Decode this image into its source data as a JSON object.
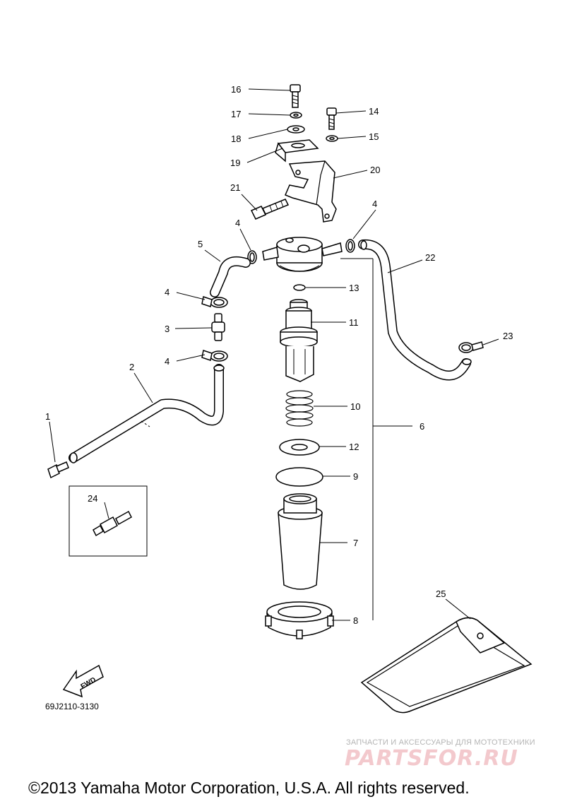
{
  "parts": [
    {
      "label": "1"
    },
    {
      "label": "2"
    },
    {
      "label": "3"
    },
    {
      "label": "4"
    },
    {
      "label": "4"
    },
    {
      "label": "4"
    },
    {
      "label": "4"
    },
    {
      "label": "5"
    },
    {
      "label": "6"
    },
    {
      "label": "7"
    },
    {
      "label": "8"
    },
    {
      "label": "9"
    },
    {
      "label": "10"
    },
    {
      "label": "11"
    },
    {
      "label": "12"
    },
    {
      "label": "13"
    },
    {
      "label": "14"
    },
    {
      "label": "15"
    },
    {
      "label": "16"
    },
    {
      "label": "17"
    },
    {
      "label": "18"
    },
    {
      "label": "19"
    },
    {
      "label": "20"
    },
    {
      "label": "21"
    },
    {
      "label": "22"
    },
    {
      "label": "23"
    },
    {
      "label": "24"
    },
    {
      "label": "25"
    }
  ],
  "fwd_label": "FWD",
  "drawing_number": "69J2110-3130",
  "watermark": {
    "top_text": "ЗАПЧАСТИ И АКСЕССУАРЫ ДЛЯ МОТОТЕХНИКИ",
    "logo_text": "PARTSFOR.RU"
  },
  "copyright": "©2013 Yamaha Motor Corporation, U.S.A. All rights reserved."
}
